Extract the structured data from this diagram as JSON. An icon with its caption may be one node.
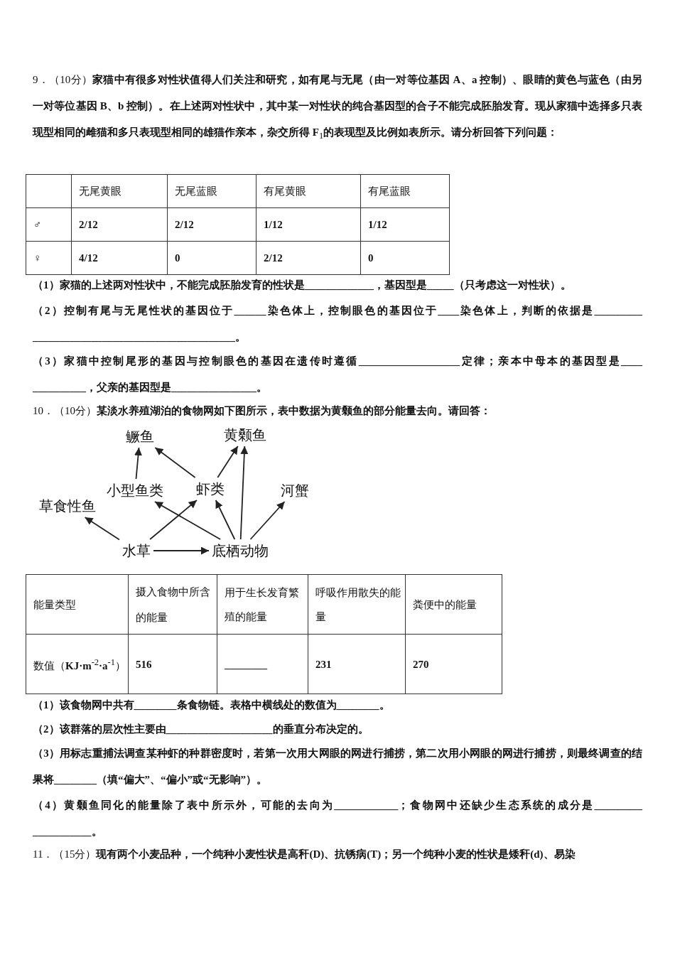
{
  "diagram": {
    "nodes": [
      {
        "text": [
          "鳜鱼"
        ]
      },
      {
        "text": [
          "黄颡鱼"
        ]
      },
      {
        "text": [
          "小型鱼类"
        ]
      },
      {
        "text": [
          "虾类"
        ]
      },
      {
        "text": [
          "河蟹"
        ]
      },
      {
        "text": [
          "草食性鱼"
        ]
      },
      {
        "text": [
          "水草"
        ]
      },
      {
        "text": [
          "底栖动物"
        ]
      }
    ],
    "edges": [
      {
        "from": 2,
        "to": 0,
        "arrow": "to"
      },
      {
        "from": 3,
        "to": 0,
        "arrow": "to"
      },
      {
        "from": 3,
        "to": 1,
        "arrow": "to"
      },
      {
        "from": 7,
        "to": 1,
        "arrow": "to"
      },
      {
        "from": 7,
        "to": 2,
        "arrow": "to"
      },
      {
        "from": 6,
        "to": 3,
        "arrow": "to"
      },
      {
        "from": 7,
        "to": 3,
        "arrow": "to"
      },
      {
        "from": 7,
        "to": 4,
        "arrow": "to"
      },
      {
        "from": 6,
        "to": 5,
        "arrow": "to"
      },
      {
        "from": 6,
        "to": 7,
        "arrow": "to"
      }
    ],
    "labels": [
      "9．（10分）**家猫中有很多对性状值得人们关注和研究，如有尾与无尾（由一对等位基因 A、a 控制）、眼睛的黄色与蓝色（由另一对等位基因 B、b 控制）。在上述两对性状中，其中某一对性状的纯合基因型的合子不能完成胚胎发育。现从家猫中选择多只表现型相同的雌猫和多只表现型相同的雄猫作亲本，杂交所得 F**$_{1}$**的表现型及比例如表所示。请分析回答下列问题：**",
      "无尾黄眼",
      "无尾蓝眼",
      "有尾黄眼",
      "有尾蓝眼",
      "♂",
      "2/12",
      "2/12",
      "1/12",
      "1/12",
      "♀",
      "4/12",
      "0",
      "2/12",
      "0",
      "（1）家猫的上述两对性状中，不能完成胚胎发育的性状是_____________，基因型是_____（只考虑这一对性状）。",
      "（2）控制有尾与无尾性状的基因位于______染色体上，控制眼色的基因位于____染色体上，判断的依据是_________ ______________________________________。",
      "（3）家猫中控制尾形的基因与控制眼色的基因在遗传时遵循___________________定律；亲本中母本的基因型是____ __________，父亲的基因型是________________。",
      "10．（10分）**某淡水养殖湖泊的食物网如下图所示，表中数据为黄颡鱼的部分能量去向。请回答：**",
      "能量类型",
      "摄入食物中所含的能量",
      "用于生长发育繁殖的能量",
      "呼吸作用散失的能量",
      "粪便中的能量",
      "数值（**KJ·m**$^{-2}$**·a**$^{-1}$）",
      "516",
      "________",
      "231",
      "270",
      "（1）该食物网中共有________条食物链。表格中横线处的数值为________。",
      "（2）该群落的层次性主要由____________________的垂直分布决定的。",
      "（3）用标志重捕法调查某种虾的种群密度时，若第一次用大网眼的网进行捕捞，第二次用小网眼的网进行捕捞，则最终调查的结果将________（填“偏大”、“偏小”或“无影响”）。",
      "（4）黄颡鱼同化的能量除了表中所示外，可能的去向为____________；食物网中还缺少生态系统的成分是_________ ___________。",
      "11．（15分）**现有两个小麦品种，一个纯种小麦性状是高秆(D)、抗锈病(T)；另一个纯种小麦的性状是矮秆(d)、易染**"
    ]
  }
}
